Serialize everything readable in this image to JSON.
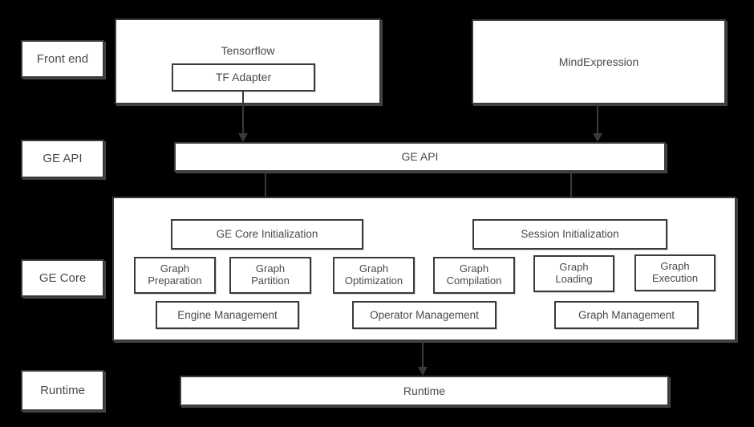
{
  "colors": {
    "background": "#000000",
    "box_fill": "#ffffff",
    "border": "#3a3a3a",
    "text": "#4a4a4a",
    "arrow": "#3a3a3a"
  },
  "side_labels": {
    "front_end": "Front end",
    "ge_api": "GE API",
    "ge_core": "GE Core",
    "runtime": "Runtime"
  },
  "front_end": {
    "tensorflow": "Tensorflow",
    "tf_adapter": "TF Adapter",
    "mind_expression": "MindExpression"
  },
  "ge_api": {
    "label": "GE API"
  },
  "ge_core": {
    "init_boxes": [
      "GE Core Initialization",
      "Session Initialization"
    ],
    "module_boxes": [
      "Graph Preparation",
      "Graph Partition",
      "Graph Optimization",
      "Graph Compilation",
      "Graph Loading",
      "Graph Execution"
    ],
    "management_boxes": [
      "Engine Management",
      "Operator Management",
      "Graph Management"
    ]
  },
  "runtime": {
    "label": "Runtime"
  }
}
